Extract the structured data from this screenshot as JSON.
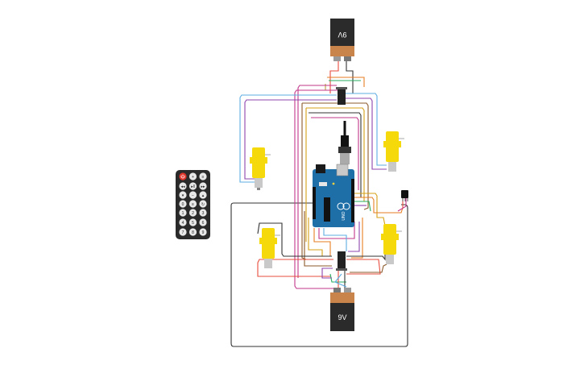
{
  "circuit": {
    "battery_top_label": "9V",
    "battery_bottom_label": "9V",
    "arduino_label": "UNO"
  },
  "remote": {
    "buttons": [
      {
        "icon": "power-icon",
        "text": ""
      },
      {
        "icon": "vol-plus-icon",
        "text": "+"
      },
      {
        "icon": "func-icon",
        "text": "≡"
      },
      {
        "icon": "rewind-icon",
        "text": "◂◂"
      },
      {
        "icon": "play-pause-icon",
        "text": "▸‖"
      },
      {
        "icon": "fast-forward-icon",
        "text": "▸▸"
      },
      {
        "icon": "down-icon",
        "text": "▾"
      },
      {
        "icon": "vol-minus-icon",
        "text": "−"
      },
      {
        "icon": "up-icon",
        "text": "▴"
      },
      {
        "icon": "digit-icon",
        "text": "0"
      },
      {
        "icon": "eq-icon",
        "text": "≡"
      },
      {
        "icon": "repeat-icon",
        "text": "↻"
      },
      {
        "icon": "digit-icon",
        "text": "1"
      },
      {
        "icon": "digit-icon",
        "text": "2"
      },
      {
        "icon": "digit-icon",
        "text": "3"
      },
      {
        "icon": "digit-icon",
        "text": "4"
      },
      {
        "icon": "digit-icon",
        "text": "5"
      },
      {
        "icon": "digit-icon",
        "text": "6"
      },
      {
        "icon": "digit-icon",
        "text": "7"
      },
      {
        "icon": "digit-icon",
        "text": "8"
      },
      {
        "icon": "digit-icon",
        "text": "9"
      }
    ]
  },
  "colors": {
    "motor_yellow": "#f5d90a",
    "battery_dark": "#2b2b2b",
    "battery_copper": "#c8844a",
    "arduino_blue": "#1e6fa8",
    "remote_body": "#2a2a2a",
    "power_red": "#e0352b"
  }
}
